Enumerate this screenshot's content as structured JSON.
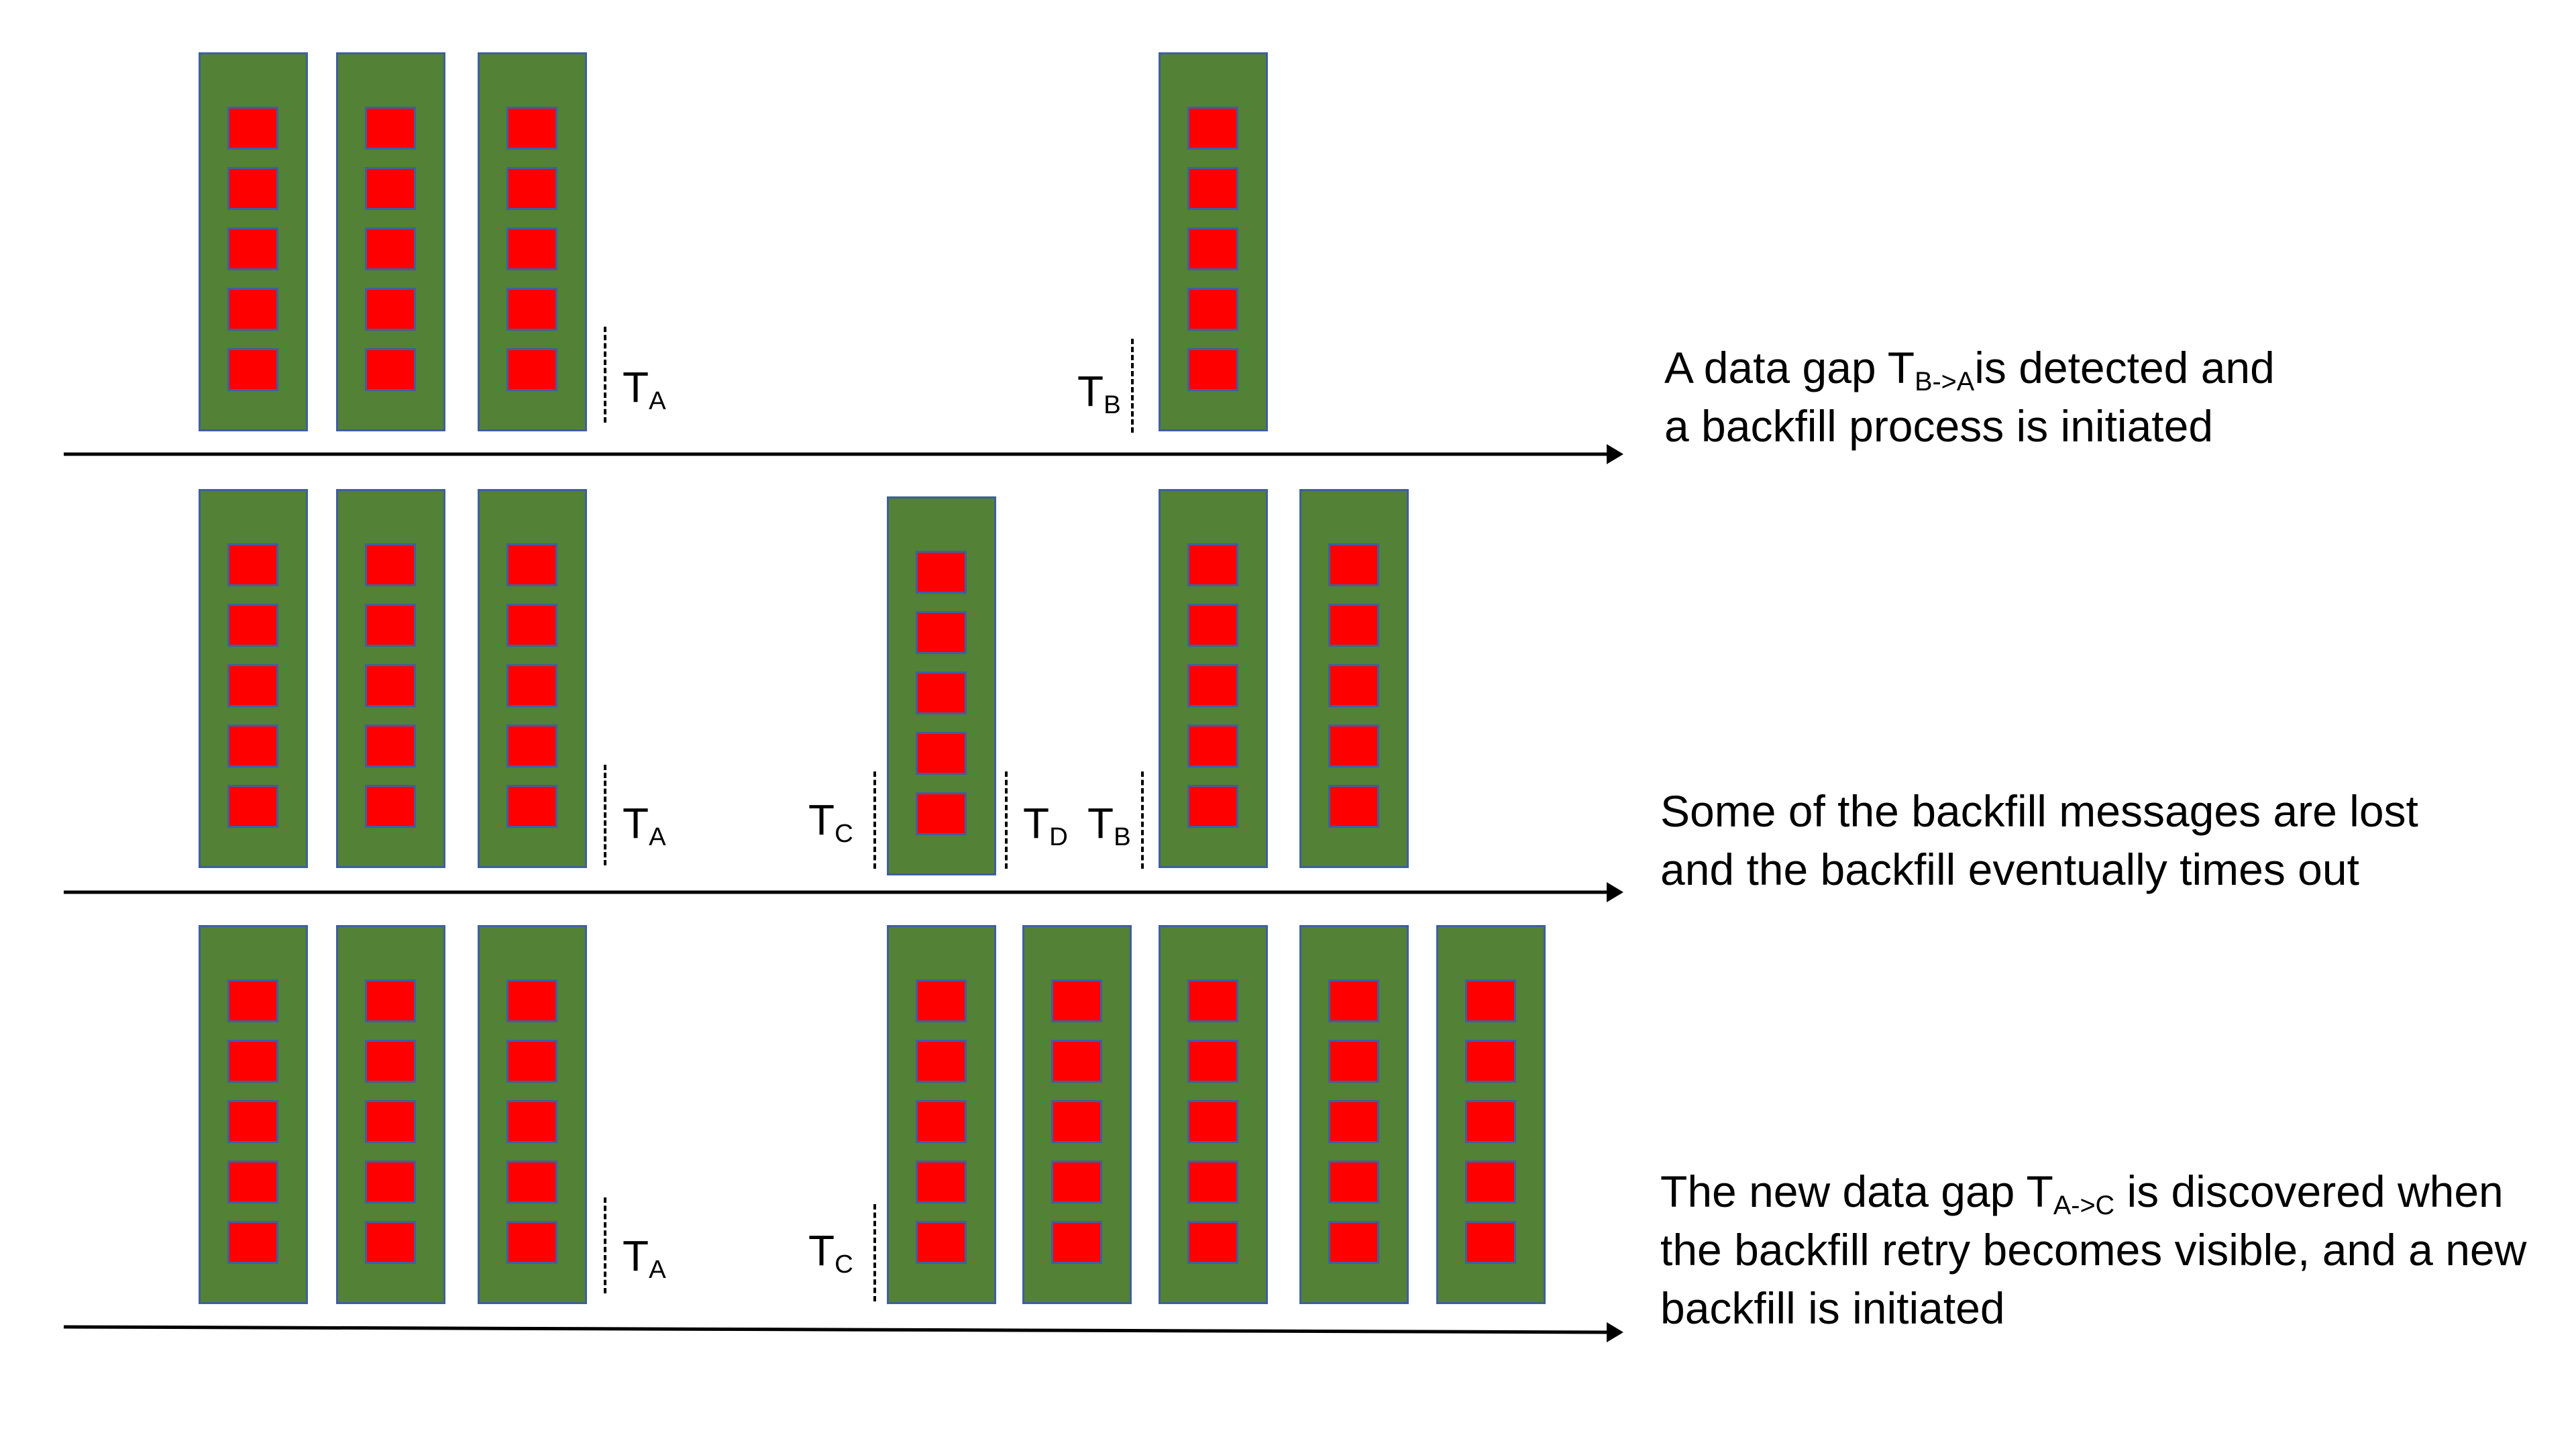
{
  "colors": {
    "batch_fill": "#538135",
    "batch_border": "#3f5f9e",
    "message_fill": "#ff0000",
    "timeline": "#000000",
    "text": "#000000"
  },
  "rows": [
    {
      "batches": 4,
      "messages_per_batch": 5,
      "markers": [
        {
          "name": "TA",
          "letter": "T",
          "subscript": "A"
        },
        {
          "name": "TB",
          "letter": "T",
          "subscript": "B"
        }
      ],
      "caption": {
        "line1": {
          "before": "A data gap T",
          "subscript": "B->A",
          "after": "is detected and"
        },
        "line2": "a backfill process is initiated"
      }
    },
    {
      "batches": 6,
      "messages_per_batch": 5,
      "markers": [
        {
          "name": "TA",
          "letter": "T",
          "subscript": "A"
        },
        {
          "name": "TC",
          "letter": "T",
          "subscript": "C"
        },
        {
          "name": "TD",
          "letter": "T",
          "subscript": "D"
        },
        {
          "name": "TB",
          "letter": "T",
          "subscript": "B"
        }
      ],
      "caption": {
        "line1": "Some of the backfill messages are lost",
        "line2": "and the backfill eventually times out"
      }
    },
    {
      "batches": 8,
      "messages_per_batch": 5,
      "markers": [
        {
          "name": "TA",
          "letter": "T",
          "subscript": "A"
        },
        {
          "name": "TC",
          "letter": "T",
          "subscript": "C"
        }
      ],
      "caption": {
        "line1": {
          "before": "The new data gap T",
          "subscript": "A->C",
          "after": " is discovered when"
        },
        "line2": "the backfill retry becomes visible, and a new",
        "line3": "backfill is initiated"
      }
    }
  ]
}
